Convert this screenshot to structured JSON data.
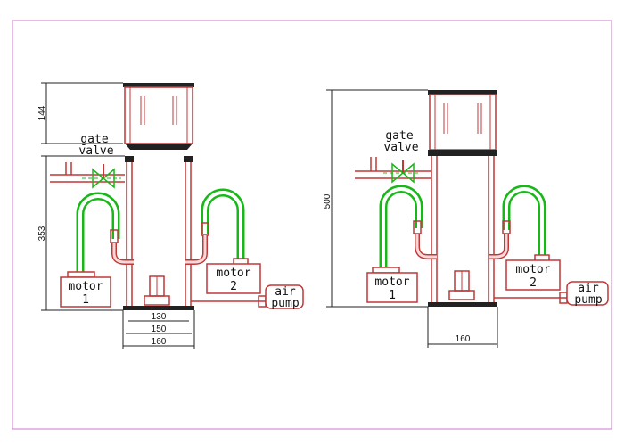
{
  "colors": {
    "frame": "#cc77cc",
    "body_outline": "#c03838",
    "body_fill": "#f8d8d8",
    "hose": "#18b818",
    "hose_inner": "#ffffff",
    "cap": "#222222",
    "valve": "#18b818",
    "dimension": "#222222"
  },
  "left_diagram": {
    "gate_valve_label": [
      "gate",
      "valve"
    ],
    "motor1_label": [
      "motor",
      "1"
    ],
    "motor2_label": [
      "motor",
      "2"
    ],
    "air_pump_label": [
      "air",
      "pump"
    ],
    "dim_top": "144",
    "dim_side": "353",
    "dim_bottom": [
      "130",
      "150",
      "160"
    ]
  },
  "right_diagram": {
    "gate_valve_label": [
      "gate",
      "valve"
    ],
    "motor1_label": [
      "motor",
      "1"
    ],
    "motor2_label": [
      "motor",
      "2"
    ],
    "air_pump_label": [
      "air",
      "pump"
    ],
    "dim_side": "500",
    "dim_bottom": "160"
  }
}
